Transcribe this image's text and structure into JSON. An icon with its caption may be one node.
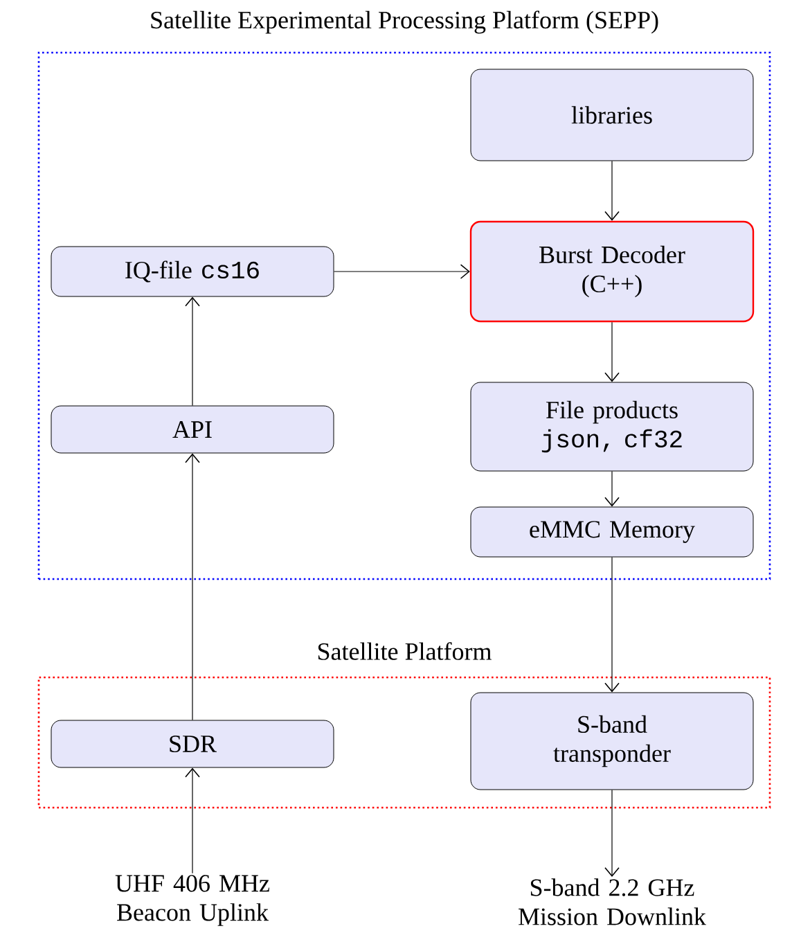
{
  "diagram": {
    "nodes": [
      {
        "text": [
          "Satellite Experimental Processing Platform (SEPP)"
        ]
      },
      {
        "text": [
          "libraries"
        ],
        "in": 0
      },
      {
        "text": [
          "IQ-file",
          "cs16"
        ],
        "in": 0
      },
      {
        "text": [
          "Burst Decoder (C++)"
        ],
        "in": 0
      },
      {
        "text": [
          "File products",
          "json, cf32"
        ],
        "in": 0
      },
      {
        "text": [
          "eMMC Memory"
        ],
        "in": 0
      },
      {
        "text": [
          "API"
        ],
        "in": 0
      },
      {
        "text": [
          "Satellite Platform"
        ]
      },
      {
        "text": [
          "SDR"
        ],
        "in": 7
      },
      {
        "text": [
          "S-band transponder"
        ],
        "in": 7
      },
      {
        "text": [
          "UHF 406 MHz Beacon Uplink"
        ]
      },
      {
        "text": [
          "S-band 2.2 GHz Mission Downlink"
        ]
      }
    ],
    "edges": [
      {
        "from": 1,
        "to": 3,
        "arrow": "to"
      },
      {
        "from": 2,
        "to": 3,
        "arrow": "to"
      },
      {
        "from": 3,
        "to": 4,
        "arrow": "to"
      },
      {
        "from": 4,
        "to": 5,
        "arrow": "to"
      },
      {
        "from": 5,
        "to": 9,
        "arrow": "to"
      },
      {
        "from": 6,
        "to": 2,
        "arrow": "to"
      },
      {
        "from": 8,
        "to": 6,
        "arrow": "to"
      },
      {
        "from": 10,
        "to": 8,
        "arrow": "to"
      },
      {
        "from": 9,
        "to": 11,
        "arrow": "to"
      }
    ]
  }
}
